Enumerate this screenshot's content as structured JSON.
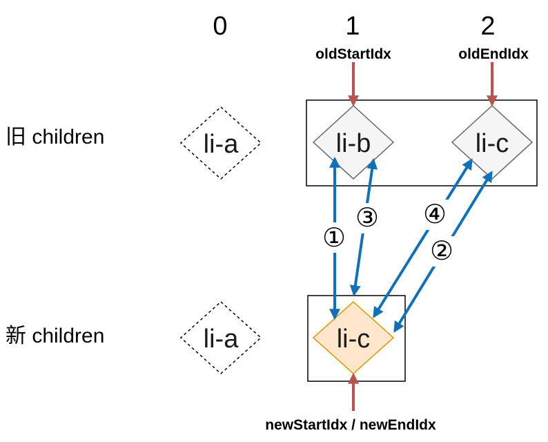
{
  "indices": [
    "0",
    "1",
    "2"
  ],
  "pointers": {
    "old_start": "oldStartIdx",
    "old_end": "oldEndIdx",
    "new_start_end": "newStartIdx / newEndIdx"
  },
  "rows": {
    "old": "旧 children",
    "new": "新 children"
  },
  "nodes": {
    "old_a": "li-a",
    "old_b": "li-b",
    "old_c": "li-c",
    "new_a": "li-a",
    "new_c": "li-c"
  },
  "steps": [
    "①",
    "②",
    "③",
    "④"
  ],
  "colors": {
    "pointer_arrow": "#b85450",
    "compare_arrow": "#1070b8",
    "node_gray_fill": "#f5f5f5",
    "node_gray_stroke": "#666666",
    "node_active_fill": "#ffe6cc",
    "node_active_stroke": "#d79b00"
  }
}
